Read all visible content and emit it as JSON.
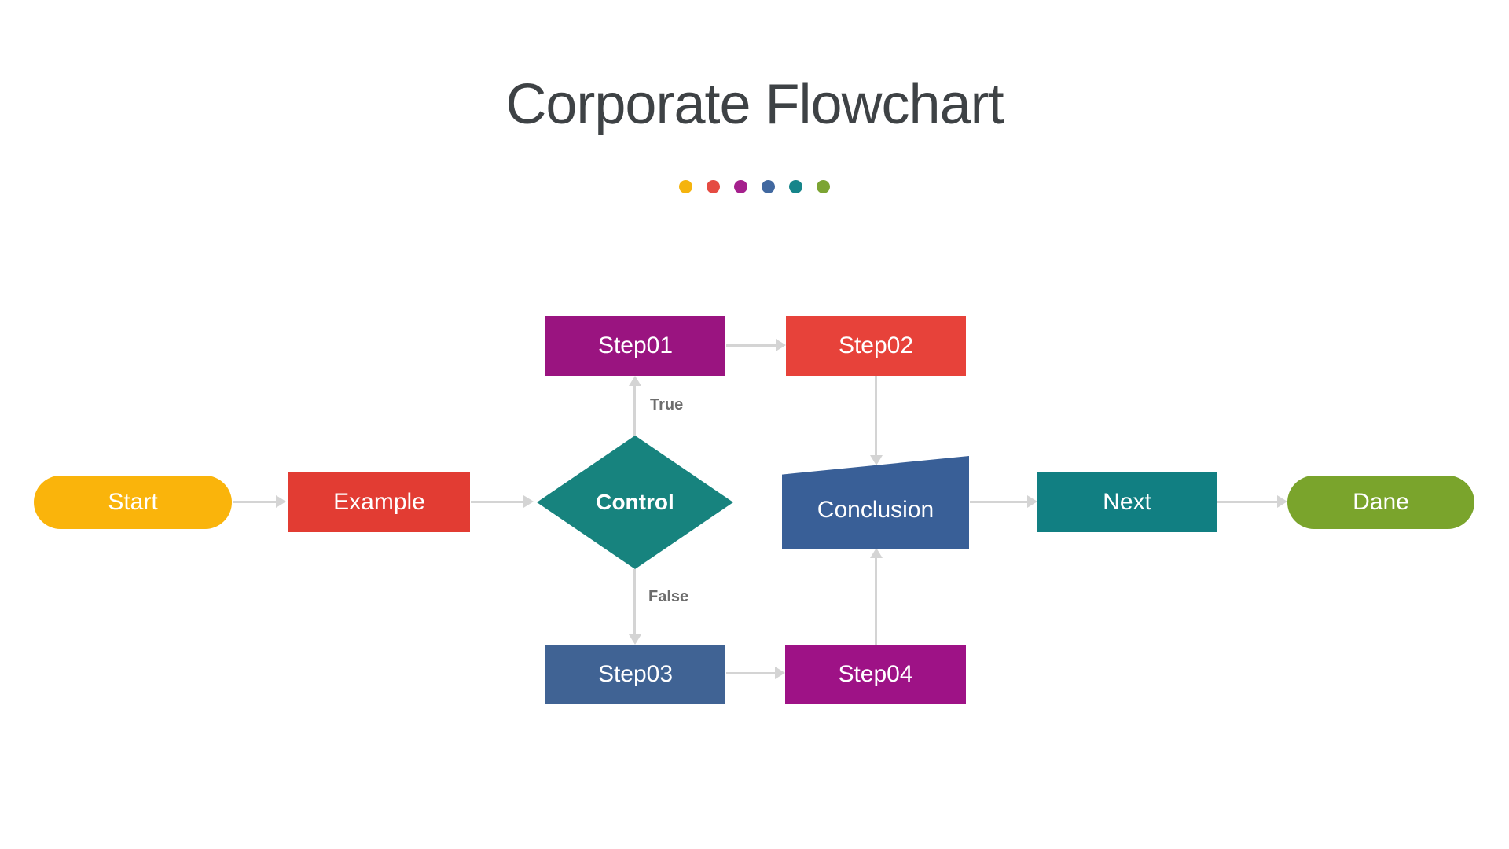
{
  "header": {
    "title": "Corporate Flowchart",
    "dot_colors": [
      "#F5B40E",
      "#E54B42",
      "#A5208D",
      "#4168A0",
      "#16858A",
      "#7CA433"
    ]
  },
  "nodes": {
    "start": {
      "label": "Start",
      "color": "#FAB40B"
    },
    "example": {
      "label": "Example",
      "color": "#E23C33"
    },
    "control": {
      "label": "Control",
      "color": "#17837E"
    },
    "step01": {
      "label": "Step01",
      "color": "#9A1480"
    },
    "step02": {
      "label": "Step02",
      "color": "#E7423A"
    },
    "conclusion": {
      "label": "Conclusion",
      "color": "#395F97"
    },
    "next": {
      "label": "Next",
      "color": "#117F82"
    },
    "dane": {
      "label": "Dane",
      "color": "#7AA42C"
    },
    "step03": {
      "label": "Step03",
      "color": "#406394"
    },
    "step04": {
      "label": "Step04",
      "color": "#9E1286"
    }
  },
  "edge_labels": {
    "true": "True",
    "false": "False"
  },
  "colors": {
    "background": "#FFFFFF",
    "title": "#3E4245",
    "arrow": "#D4D4D4",
    "edge_label": "#6D6D6D"
  }
}
